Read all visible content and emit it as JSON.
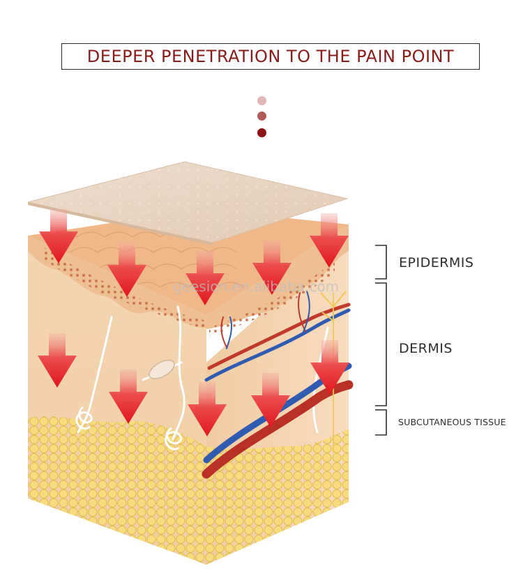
{
  "title": "DEEPER PENETRATION TO THE PAIN POINT",
  "indicator_dots": [
    "#e0b6b6",
    "#b35b5b",
    "#8c1414"
  ],
  "layers": {
    "epidermis": "EPIDERMIS",
    "dermis": "DERMIS",
    "subcutaneous": "SUBCUTANEOUS TISSUE"
  },
  "watermark": "geesion.en.alibaba.com",
  "icons": [
    "skin-cross-section-illustration",
    "patch-icon",
    "heat-arrow-icon"
  ]
}
